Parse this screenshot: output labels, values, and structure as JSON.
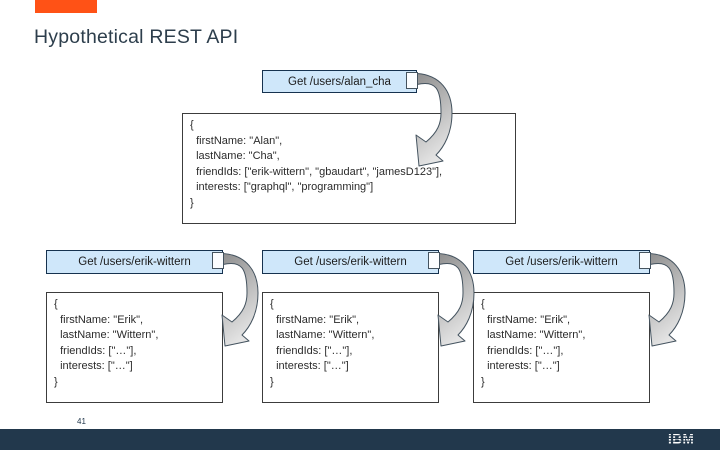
{
  "slide": {
    "title": "Hypothetical REST API",
    "page_number": "41",
    "footer_logo": "IBM"
  },
  "colors": {
    "accent_orange": "#ff5216",
    "footer_navy": "#22384c",
    "request_box_fill": "#cfe7fa",
    "request_box_border": "#16324f",
    "title_text": "#2d3e4c",
    "arrow_grey_dark": "#8e8e8e",
    "arrow_grey_light": "#e4e4e4"
  },
  "icons": {
    "arrow": "curved-down-arrow-icon",
    "logo": "ibm-logo"
  },
  "diagram": {
    "root_request": {
      "label": "Get /users/alan_cha",
      "response": "{\n  firstName: \"Alan\",\n  lastName: \"Cha\",\n  friendIds: [\"erik-wittern\", \"gbaudart\", \"jamesD123\"],\n  interests: [\"graphql\", \"programming\"]\n}"
    },
    "friend_requests": [
      {
        "label": "Get /users/erik-wittern",
        "response": "{\n  firstName: \"Erik\",\n  lastName: \"Wittern\",\n  friendIds: [\"…\"],\n  interests: [\"…\"]\n}"
      },
      {
        "label": "Get /users/erik-wittern",
        "response": "{\n  firstName: \"Erik\",\n  lastName: \"Wittern\",\n  friendIds: [\"…\"],\n  interests: [\"…\"]\n}"
      },
      {
        "label": "Get /users/erik-wittern",
        "response": "{\n  firstName: \"Erik\",\n  lastName: \"Wittern\",\n  friendIds: [\"…\"],\n  interests: [\"…\"]\n}"
      }
    ]
  }
}
